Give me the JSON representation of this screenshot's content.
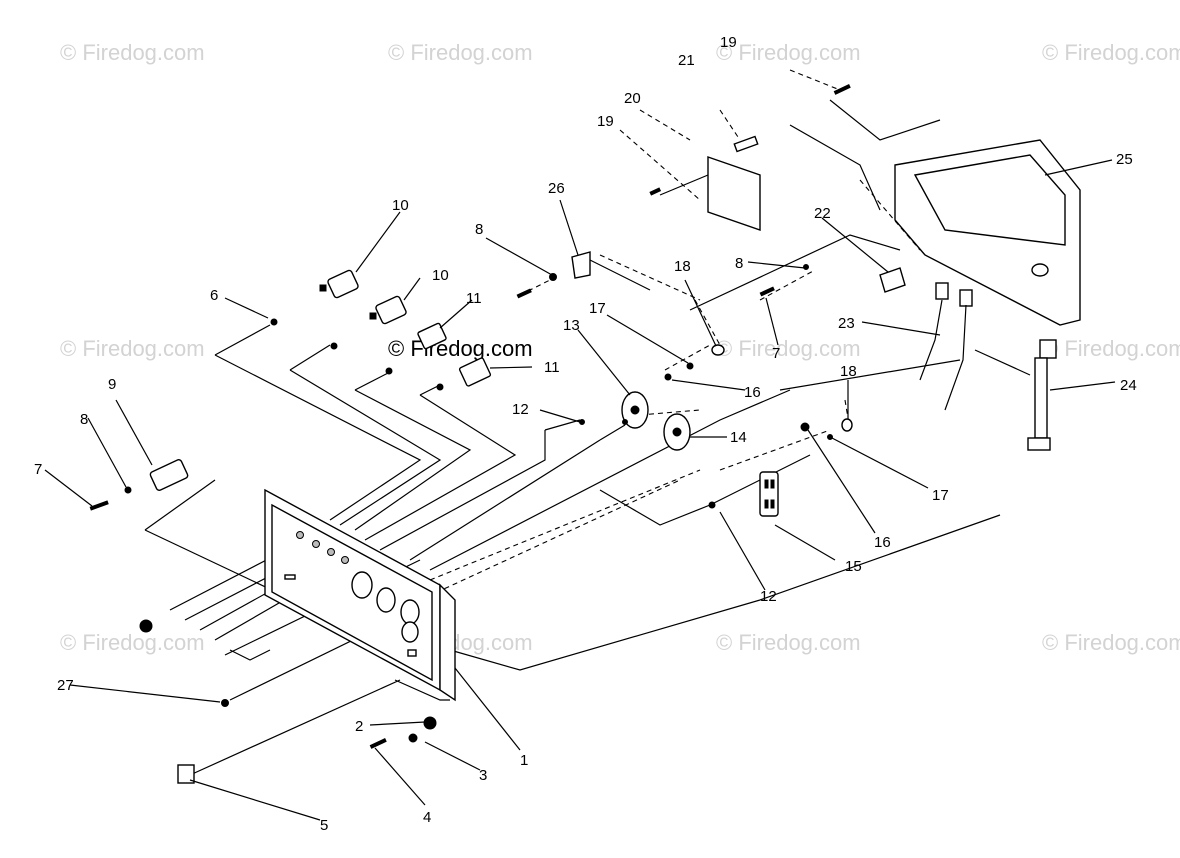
{
  "watermark": "© Firedog.com",
  "diagram": {
    "callouts": [
      "1",
      "2",
      "3",
      "4",
      "5",
      "6",
      "7",
      "8",
      "9",
      "10",
      "11",
      "12",
      "13",
      "14",
      "15",
      "16",
      "17",
      "18",
      "19",
      "20",
      "21",
      "22",
      "23",
      "24",
      "25",
      "26",
      "27"
    ]
  }
}
